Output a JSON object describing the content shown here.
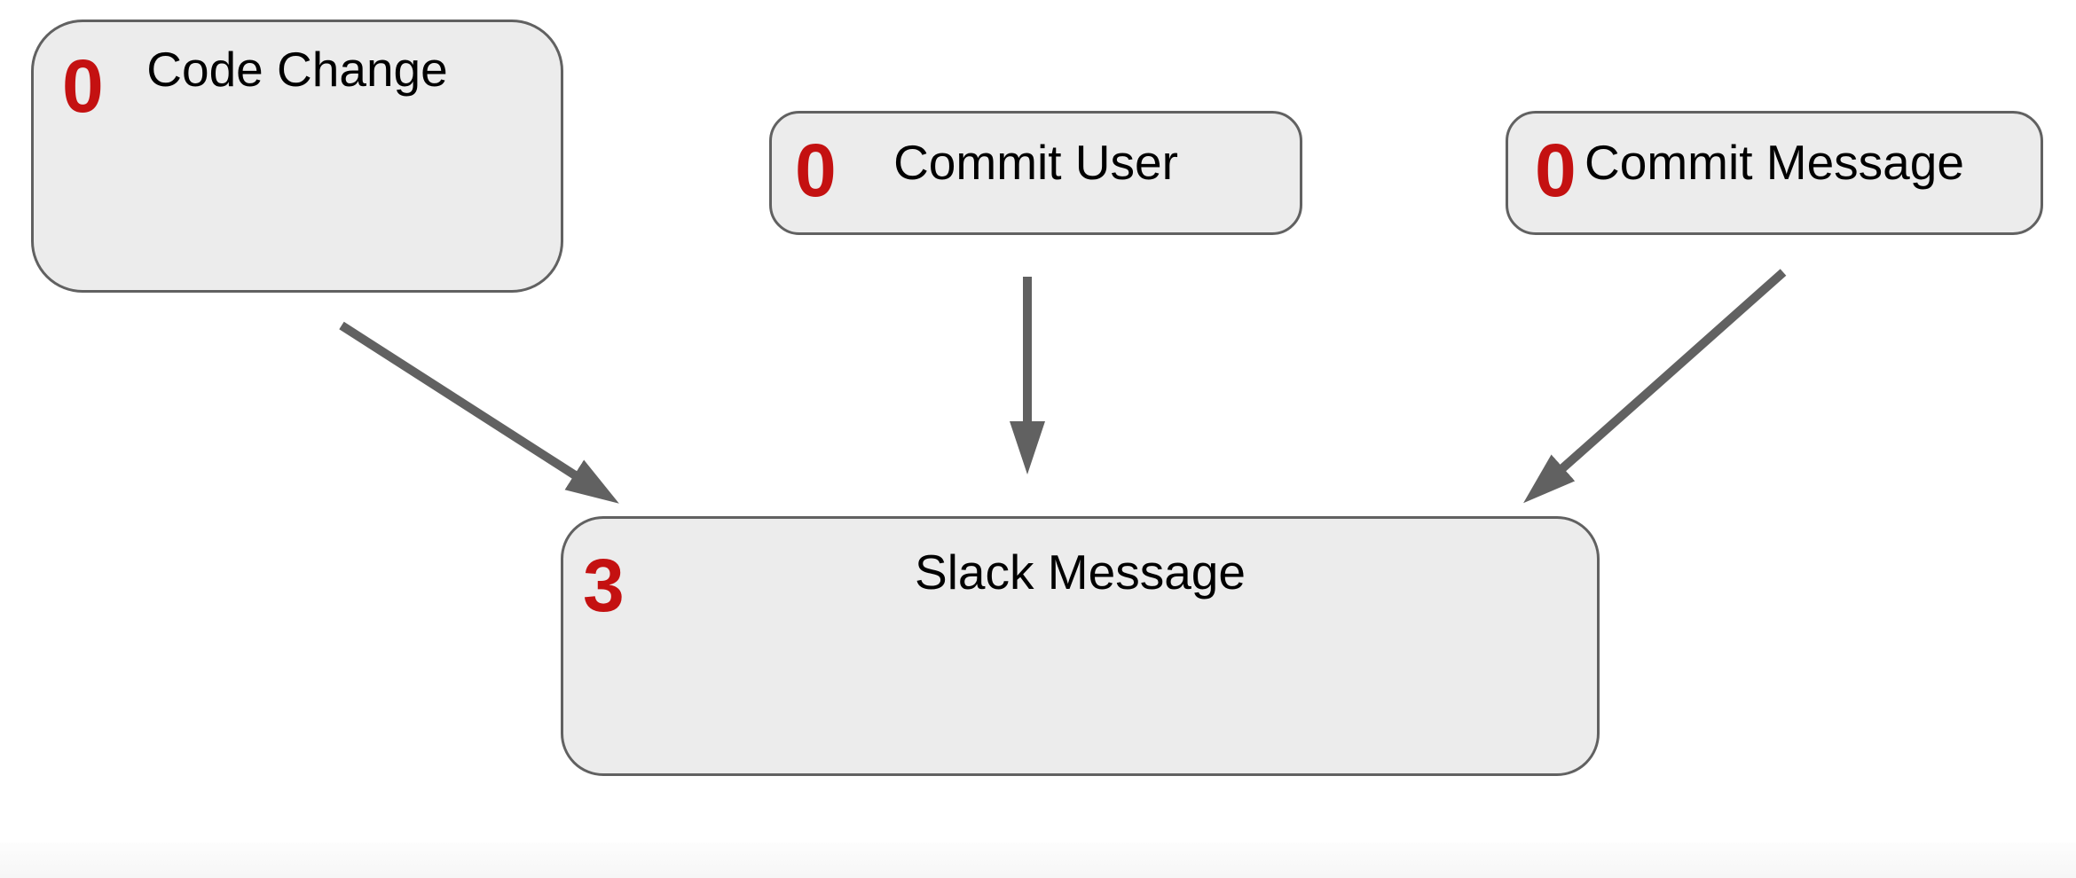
{
  "diagram": {
    "nodes": [
      {
        "id": "code-change",
        "label": "Code Change",
        "count": "0"
      },
      {
        "id": "commit-user",
        "label": "Commit User",
        "count": "0"
      },
      {
        "id": "commit-message",
        "label": "Commit Message",
        "count": "0"
      },
      {
        "id": "slack-message",
        "label": "Slack Message",
        "count": "3"
      }
    ],
    "edges": [
      {
        "from": "code-change",
        "to": "slack-message"
      },
      {
        "from": "commit-user",
        "to": "slack-message"
      },
      {
        "from": "commit-message",
        "to": "slack-message"
      }
    ],
    "colors": {
      "node_fill": "#ececec",
      "node_border": "#616161",
      "arrow": "#616161",
      "count_red": "#c41111",
      "text": "#000000"
    }
  }
}
